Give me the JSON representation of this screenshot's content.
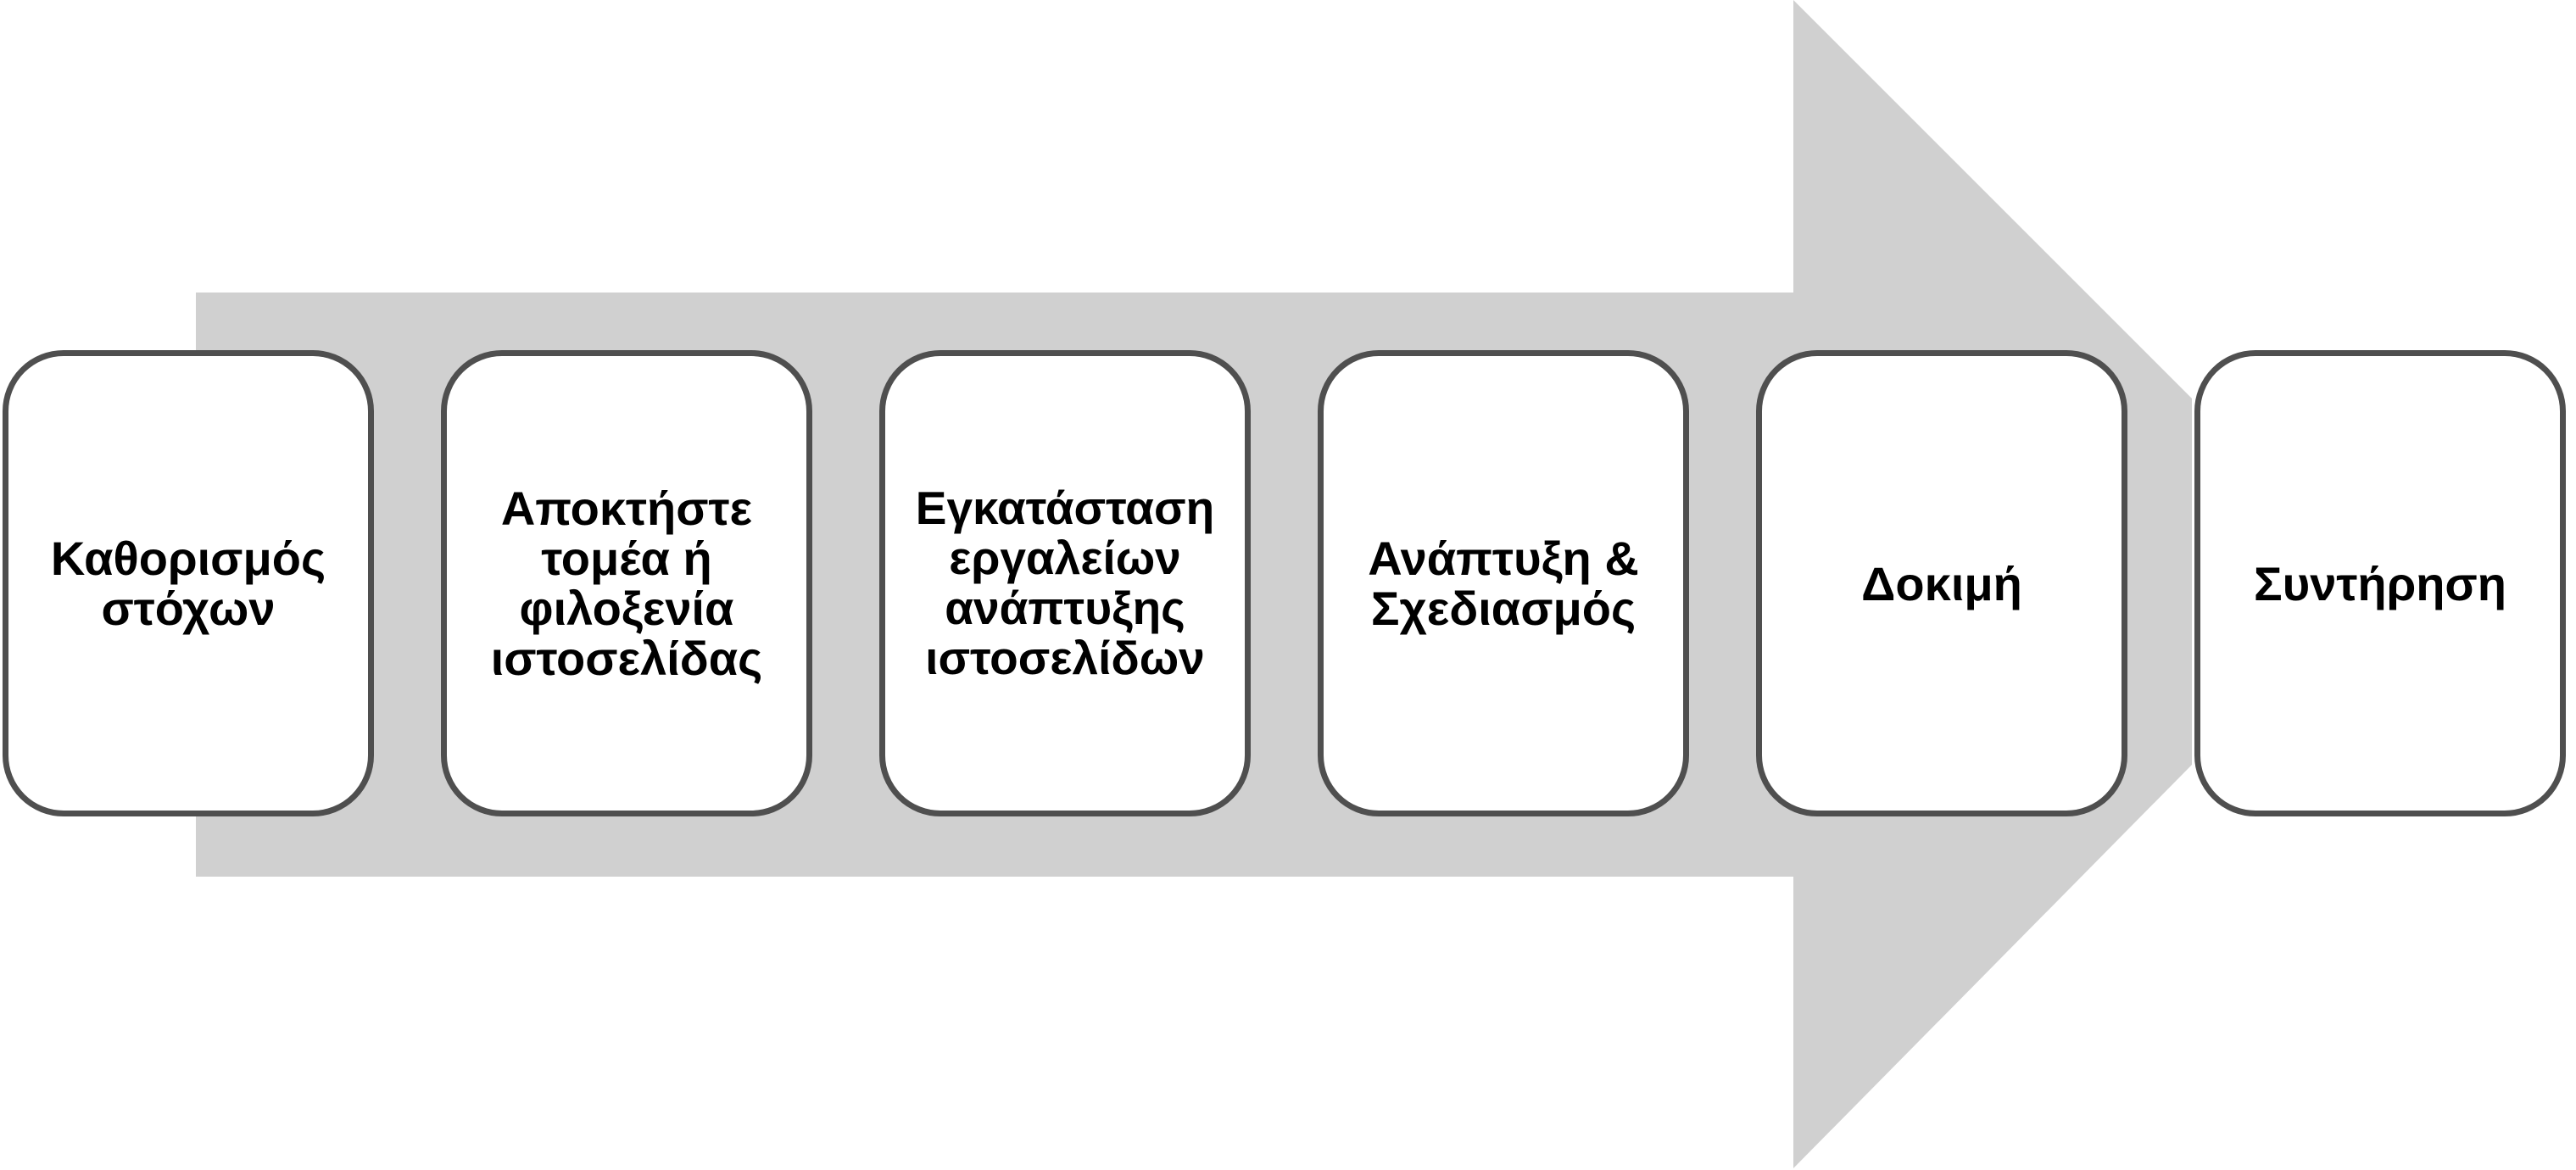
{
  "diagram": {
    "arrow_color": "#d0d0d0",
    "box_border_color": "#4f4f4f",
    "box_fill_color": "#ffffff",
    "steps": [
      {
        "label": "Καθορισμός στόχων"
      },
      {
        "label": "Αποκτήστε τομέα ή φιλοξενία ιστοσελίδας"
      },
      {
        "label": "Εγκατάσταση εργαλείων ανάπτυξης ιστοσελίδων"
      },
      {
        "label": "Ανάπτυξη & Σχεδιασμός"
      },
      {
        "label": "Δοκιμή"
      },
      {
        "label": "Συντήρηση"
      }
    ]
  }
}
